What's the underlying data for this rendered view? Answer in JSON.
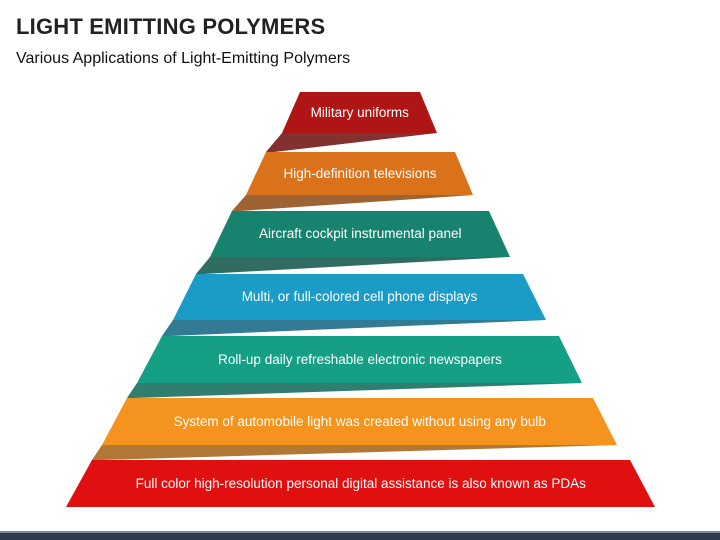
{
  "header": {
    "title": "LIGHT EMITTING POLYMERS",
    "subtitle": "Various Applications of Light-Emitting Polymers"
  },
  "pyramid": {
    "layers": [
      {
        "label": "Military uniforms",
        "color": "#b01515",
        "shade": "#6d0c0c"
      },
      {
        "label": "High-definition televisions",
        "color": "#d9721a",
        "shade": "#8c4812"
      },
      {
        "label": "Aircraft cockpit instrumental panel",
        "color": "#17826e",
        "shade": "#0d5246"
      },
      {
        "label": "Multi, or full-colored cell phone displays",
        "color": "#1a9cc7",
        "shade": "#0f6481"
      },
      {
        "label": "Roll-up daily refreshable electronic newspapers",
        "color": "#15a085",
        "shade": "#0c6756"
      },
      {
        "label": "System of automobile light was created without using any bulb",
        "color": "#f5931f",
        "shade": "#a35f12"
      },
      {
        "label": "Full color high-resolution personal digital assistance is also known as PDAs",
        "color": "#e01010",
        "shade": "#8c0a0a"
      }
    ]
  },
  "footer": {
    "bar_color": "#2b3a4d"
  }
}
